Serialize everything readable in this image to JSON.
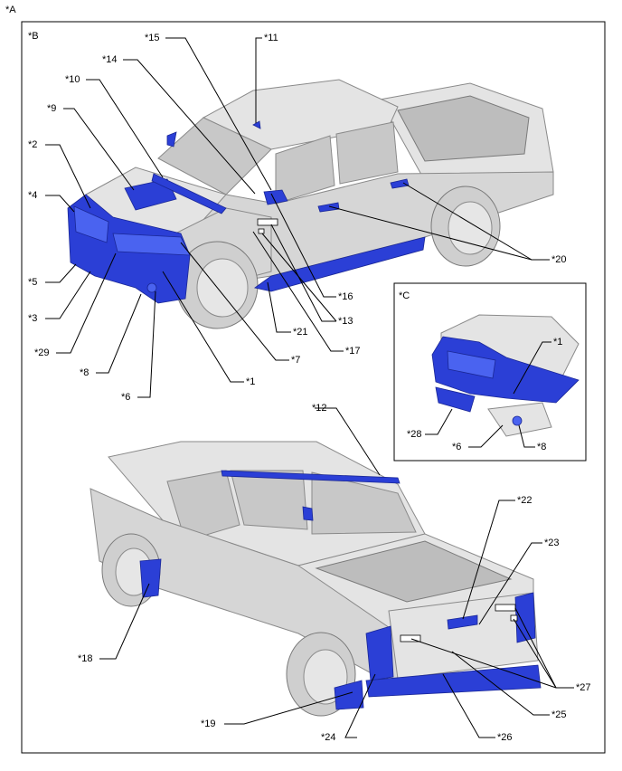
{
  "figure_label": "*A",
  "panels": {
    "front": "*B",
    "inset": "*C"
  },
  "callouts": {
    "c1": "*1",
    "c2": "*2",
    "c3": "*3",
    "c4": "*4",
    "c5": "*5",
    "c6": "*6",
    "c7": "*7",
    "c8": "*8",
    "c9": "*9",
    "c10": "*10",
    "c11": "*11",
    "c12": "*12",
    "c13": "*13",
    "c14": "*14",
    "c15": "*15",
    "c16": "*16",
    "c17": "*17",
    "c18": "*18",
    "c19": "*19",
    "c20": "*20",
    "c21": "*21",
    "c22": "*22",
    "c23": "*23",
    "c24": "*24",
    "c25": "*25",
    "c26": "*26",
    "c27": "*27",
    "c28": "*28",
    "c29": "*29"
  },
  "colors": {
    "highlight": "#2b3fd6",
    "body": "#d6d6d6",
    "line": "#000000"
  }
}
